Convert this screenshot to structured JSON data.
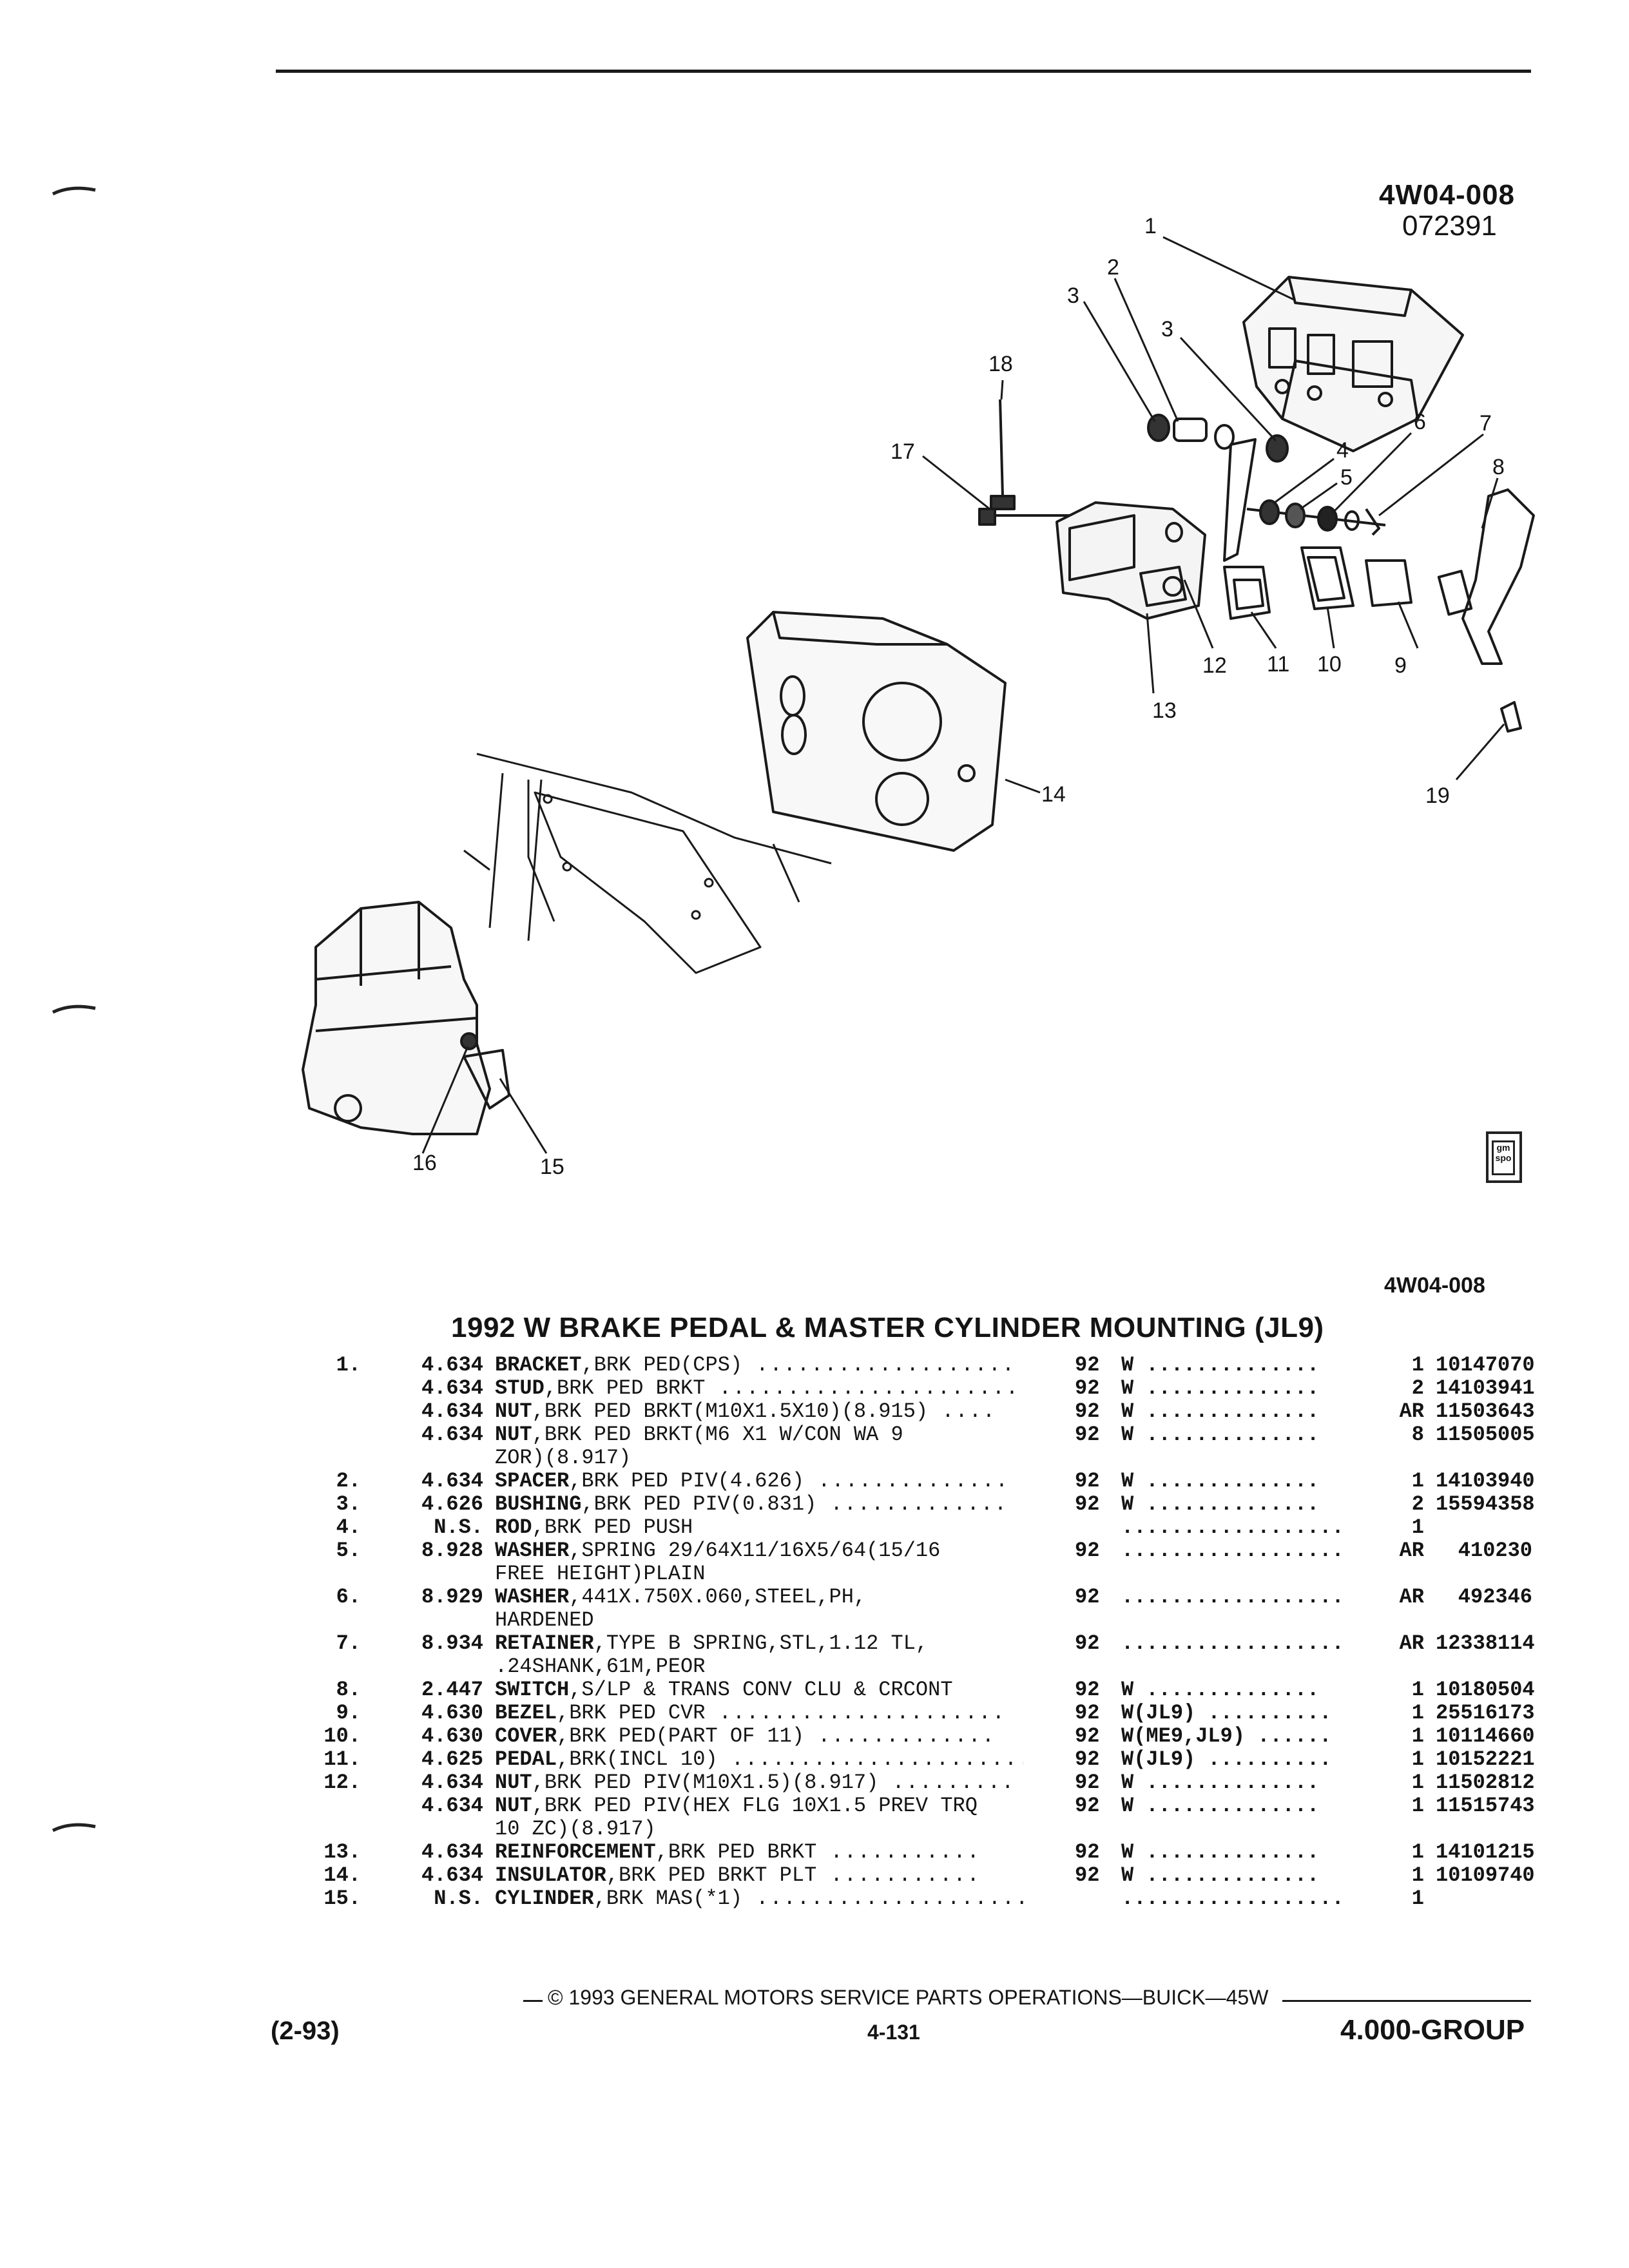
{
  "header": {
    "figure_ref": "4W04-008",
    "figure_date": "072391"
  },
  "diagram": {
    "callouts": [
      "1",
      "2",
      "3",
      "3",
      "4",
      "5",
      "6",
      "7",
      "8",
      "9",
      "10",
      "11",
      "12",
      "13",
      "14",
      "15",
      "16",
      "17",
      "18",
      "19"
    ],
    "logo_text": "gm spo"
  },
  "table_ref": "4W04-008",
  "title": "1992 W BRAKE PEDAL & MASTER CYLINDER MOUNTING (JL9)",
  "parts": [
    {
      "item": "1.",
      "group": "4.634",
      "name": "BRACKET",
      "desc": ",BRK PED(CPS)",
      "dots": " ...................",
      "year": "92",
      "model": "W ..............",
      "qty": "1",
      "part": "10147070"
    },
    {
      "item": "",
      "group": "4.634",
      "name": "STUD",
      "desc": ",BRK PED BRKT",
      "dots": " ......................",
      "year": "92",
      "model": "W ..............",
      "qty": "2",
      "part": "14103941"
    },
    {
      "item": "",
      "group": "4.634",
      "name": "NUT",
      "desc": ",BRK PED BRKT(M10X1.5X10)(8.915)",
      "dots": " ....",
      "year": "92",
      "model": "W ..............",
      "qty": "AR",
      "part": "11503643"
    },
    {
      "item": "",
      "group": "4.634",
      "name": "NUT",
      "desc": ",BRK PED BRKT(M6 X1 W/CON WA 9",
      "dots": "",
      "year": "92",
      "model": "W ..............",
      "qty": "8",
      "part": "11505005"
    },
    {
      "item": "",
      "group": "",
      "name": "",
      "desc": "ZOR)(8.917)",
      "dots": "",
      "year": "",
      "model": "",
      "qty": "",
      "part": ""
    },
    {
      "item": "2.",
      "group": "4.634",
      "name": "SPACER",
      "desc": ",BRK PED PIV(4.626)",
      "dots": " ..............",
      "year": "92",
      "model": "W ..............",
      "qty": "1",
      "part": "14103940"
    },
    {
      "item": "3.",
      "group": "4.626",
      "name": "BUSHING",
      "desc": ",BRK PED PIV(0.831)",
      "dots": " .............",
      "year": "92",
      "model": "W ..............",
      "qty": "2",
      "part": "15594358"
    },
    {
      "item": "4.",
      "group": "N.S.",
      "name": "ROD",
      "desc": ",BRK PED PUSH",
      "dots": "",
      "year": "",
      "model": "..................",
      "qty": "1",
      "part": ""
    },
    {
      "item": "5.",
      "group": "8.928",
      "name": "WASHER",
      "desc": ",SPRING 29/64X11/16X5/64(15/16",
      "dots": "",
      "year": "92",
      "model": "..................",
      "qty": "AR",
      "part": "410230"
    },
    {
      "item": "",
      "group": "",
      "name": "",
      "desc": "FREE HEIGHT)PLAIN",
      "dots": "",
      "year": "",
      "model": "",
      "qty": "",
      "part": ""
    },
    {
      "item": "6.",
      "group": "8.929",
      "name": "WASHER",
      "desc": ",441X.750X.060,STEEL,PH,",
      "dots": "",
      "year": "92",
      "model": "..................",
      "qty": "AR",
      "part": "492346"
    },
    {
      "item": "",
      "group": "",
      "name": "",
      "desc": "HARDENED",
      "dots": "",
      "year": "",
      "model": "",
      "qty": "",
      "part": ""
    },
    {
      "item": "7.",
      "group": "8.934",
      "name": "RETAINER",
      "desc": ",TYPE B SPRING,STL,1.12 TL,",
      "dots": "",
      "year": "92",
      "model": "..................",
      "qty": "AR",
      "part": "12338114"
    },
    {
      "item": "",
      "group": "",
      "name": "",
      "desc": ".24SHANK,61M,PEOR",
      "dots": "",
      "year": "",
      "model": "",
      "qty": "",
      "part": ""
    },
    {
      "item": "8.",
      "group": "2.447",
      "name": "SWITCH",
      "desc": ",S/LP & TRANS CONV CLU & CRCONT",
      "dots": "",
      "year": "92",
      "model": "W ..............",
      "qty": "1",
      "part": "10180504"
    },
    {
      "item": "9.",
      "group": "4.630",
      "name": "BEZEL",
      "desc": ",BRK PED CVR",
      "dots": " .....................",
      "year": "92",
      "model": "W(JL9) ..........",
      "qty": "1",
      "part": "25516173"
    },
    {
      "item": "10.",
      "group": "4.630",
      "name": "COVER",
      "desc": ",BRK PED(PART OF 11)",
      "dots": " .............",
      "year": "92",
      "model": "W(ME9,JL9) ......",
      "qty": "1",
      "part": "10114660"
    },
    {
      "item": "11.",
      "group": "4.625",
      "name": "PEDAL",
      "desc": ",BRK(INCL 10)",
      "dots": " ......................",
      "year": "92",
      "model": "W(JL9) ..........",
      "qty": "1",
      "part": "10152221"
    },
    {
      "item": "12.",
      "group": "4.634",
      "name": "NUT",
      "desc": ",BRK PED PIV(M10X1.5)(8.917)",
      "dots": " .........",
      "year": "92",
      "model": "W ..............",
      "qty": "1",
      "part": "11502812"
    },
    {
      "item": "",
      "group": "4.634",
      "name": "NUT",
      "desc": ",BRK PED PIV(HEX FLG 10X1.5 PREV TRQ",
      "dots": "",
      "year": "92",
      "model": "W ..............",
      "qty": "1",
      "part": "11515743"
    },
    {
      "item": "",
      "group": "",
      "name": "",
      "desc": "10 ZC)(8.917)",
      "dots": "",
      "year": "",
      "model": "",
      "qty": "",
      "part": ""
    },
    {
      "item": "13.",
      "group": "4.634",
      "name": "REINFORCEMENT",
      "desc": ",BRK PED BRKT",
      "dots": " ...........",
      "year": "92",
      "model": "W ..............",
      "qty": "1",
      "part": "14101215"
    },
    {
      "item": "14.",
      "group": "4.634",
      "name": "INSULATOR",
      "desc": ",BRK PED BRKT PLT",
      "dots": " ...........",
      "year": "92",
      "model": "W ..............",
      "qty": "1",
      "part": "10109740"
    },
    {
      "item": "15.",
      "group": "N.S.",
      "name": "CYLINDER",
      "desc": ",BRK MAS(*1)",
      "dots": " ....................",
      "year": "",
      "model": "..................",
      "qty": "1",
      "part": ""
    }
  ],
  "footer": {
    "copyright": "© 1993 GENERAL MOTORS SERVICE PARTS OPERATIONS—BUICK—45W",
    "date": "(2-93)",
    "page": "4-131",
    "group": "4.000-GROUP"
  }
}
